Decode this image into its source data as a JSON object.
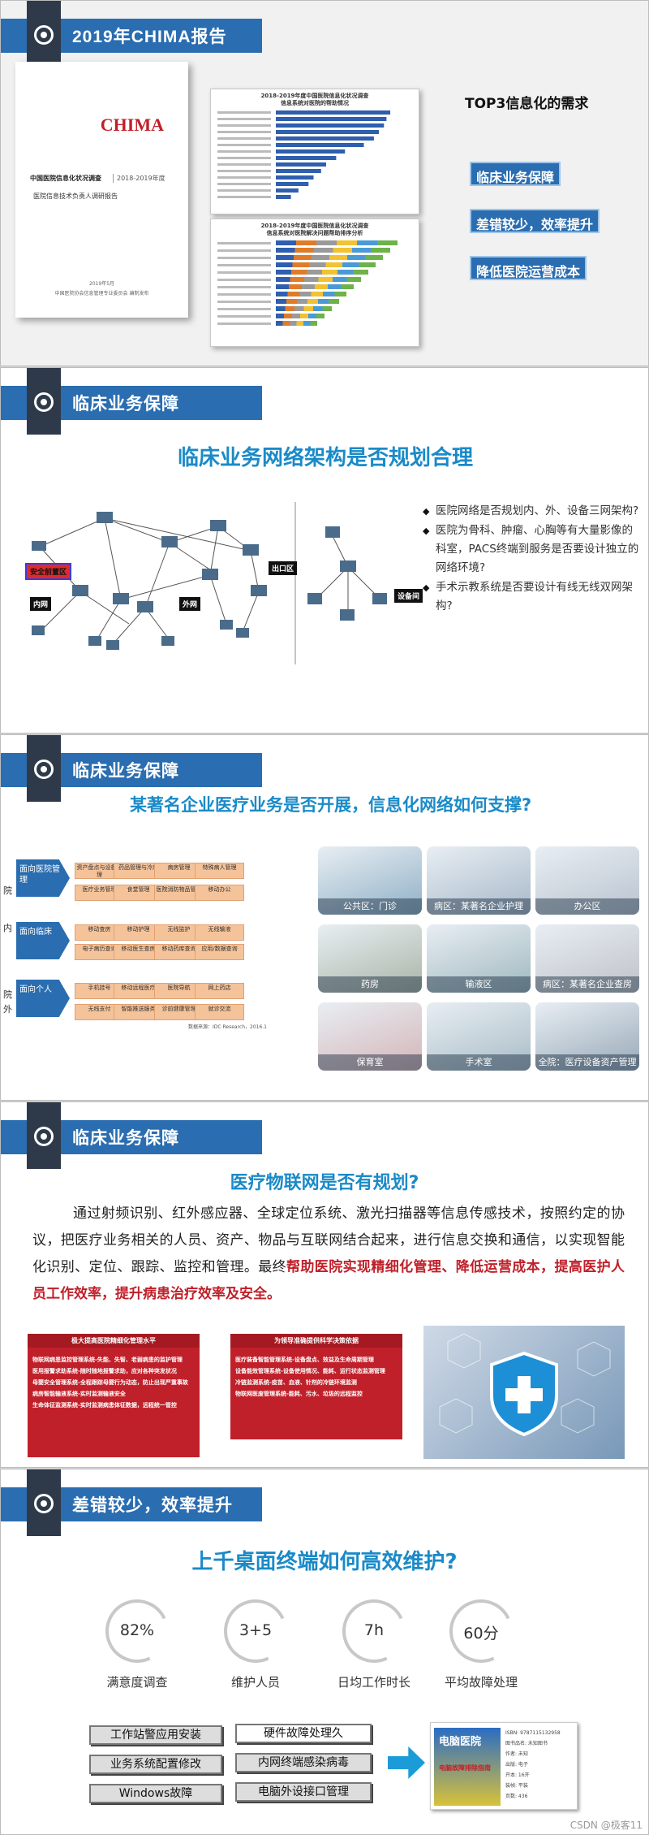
{
  "slides": {
    "s1": {
      "header": "2019年CHIMA报告",
      "book": {
        "brand": "CHIMA",
        "title": "中国医院信息化状况调查",
        "years": "2018-2019年度",
        "subtitle": "医院信息技术负责人调研报告",
        "date": "2019年5月",
        "publisher": "中国医院协会信息管理专业委员会 编制发布"
      },
      "report1_title": "2018-2019年度中国医院信息化状况调查\n信息系统对医院的帮助情况",
      "report2_title": "2018-2019年度中国医院信息化状况调查\n信息系统对医院解决问题帮助排序分析",
      "top3_title": "TOP3信息化的需求",
      "needs": [
        "临床业务保障",
        "差错较少，效率提升",
        "降低医院运营成本"
      ],
      "chart1_values": [
        91,
        88,
        86,
        82,
        78,
        70,
        55,
        48,
        40,
        36,
        30,
        26,
        18,
        12
      ]
    },
    "s2": {
      "header": "临床业务保障",
      "title": "临床业务网络架构是否规划合理",
      "tags": {
        "security": "安全前置区",
        "intranet": "内网",
        "extranet": "外网",
        "exit": "出口区",
        "device": "设备间"
      },
      "bullets": [
        "医院网络是否规划内、外、设备三网架构?",
        "医院为骨科、肿瘤、心胸等有大量影像的科室，PACS终端到服务是否要设计独立的网络环境?",
        "手术示教系统是否要设计有线无线双网架构?"
      ]
    },
    "s3": {
      "header": "临床业务保障",
      "title": "某著名企业医疗业务是否开展，信息化网络如何支撑?",
      "side_labels": [
        "院",
        "内",
        "院",
        "外"
      ],
      "groups": [
        {
          "arrow": "面向医院管理",
          "items": [
            "资产盘点与设备管理",
            "药品管理与冷库",
            "病房管理",
            "特殊病人管理",
            "医疗业务管理",
            "食堂管理",
            "医院消防物品管理",
            "移动办公"
          ]
        },
        {
          "arrow": "面向临床",
          "items": [
            "移动查房",
            "移动护理",
            "无线监护",
            "无线输液",
            "电子病历查询",
            "移动医生查房",
            "移动药库查询",
            "应用/数据查询"
          ]
        },
        {
          "arrow": "面向个人",
          "items": [
            "手机挂号",
            "移动远程医疗",
            "医院导航",
            "网上药店",
            "无线支付",
            "智能推送服务",
            "诊前健康管理",
            "就诊交流"
          ]
        }
      ],
      "source": "数据来源：IDC Research，2016.1",
      "photos": [
        {
          "caption": "公共区：门诊",
          "color": "#8fb0c6"
        },
        {
          "caption": "病区：某著名企业护理",
          "color": "#a7b8c9"
        },
        {
          "caption": "办公区",
          "color": "#b9c3cf"
        },
        {
          "caption": "药房",
          "color": "#aab4a6"
        },
        {
          "caption": "输液区",
          "color": "#9fb8bf"
        },
        {
          "caption": "病区：某著名企业查房",
          "color": "#bfc2c8"
        },
        {
          "caption": "保育室",
          "color": "#d4b5b8"
        },
        {
          "caption": "手术室",
          "color": "#a9bcc7"
        },
        {
          "caption": "全院：医疗设备资产管理",
          "color": "#98a9b8"
        }
      ]
    },
    "s4": {
      "header": "临床业务保障",
      "title": "医疗物联网是否有规划?",
      "para_plain": "通过射频识别、红外感应器、全球定位系统、激光扫描器等信息传感技术，按照约定的协议，把医疗业务相关的人员、资产、物品与互联网结合起来，进行信息交换和通信，以实现智能化识别、定位、跟踪、监控和管理。最终",
      "para_highlight": "帮助医院实现精细化管理、降低运营成本，提高医护人员工作效率，提升病患治疗效率及安全。",
      "box1": {
        "head": "极大提高医院精细化管理水平",
        "lines": [
          "物联网病患监控管理系统-失能、失智、老弱病患的监护管理",
          "医用报警求助系统-随时随地报警求助，应对各种突发状况",
          "母婴安全管理系统-全程跟踪母婴行为动态，防止出现严重事故",
          "病房智能输液系统-实时监测输液安全",
          "生命体征监测系统-实时监测病患体征数据，远程统一管控"
        ]
      },
      "box2": {
        "head": "为领导准确提供科学决策依据",
        "lines": [
          "医疗装备智能管理系统-设备盘点、效益及生命周期管理",
          "设备能效管理系统-设备使用情况、能耗、运行状态监测管理",
          "冷链监测系统-疫苗、血液、针剂的冷链环境监测",
          "物联网医废管理系统-能耗、污水、垃圾的远程监控"
        ]
      }
    },
    "s5": {
      "header": "差错较少，效率提升",
      "title": "上千桌面终端如何高效维护?",
      "stats": [
        {
          "value": "82%",
          "label": "满意度调查"
        },
        {
          "value": "3+5",
          "label": "维护人员"
        },
        {
          "value": "7h",
          "label": "日均工作时长"
        },
        {
          "value": "60分",
          "label": "平均故障处理"
        }
      ],
      "buttons_left": [
        "工作站警应用安装",
        "业务系统配置修改",
        "Windows故障"
      ],
      "buttons_right": [
        "硬件故障处理久",
        "内网终端感染病毒",
        "电脑外设接口管理"
      ],
      "book": {
        "title": "电脑医院",
        "subtitle": "电脑故障排除指南",
        "lines": [
          "ISBN: 9787115132958",
          "图书品名: 未知图书",
          "作者: 未知",
          "出版: 电子",
          "开本: 16开",
          "装帧: 平装",
          "页数: 436"
        ]
      },
      "watermark": "CSDN @极客11"
    }
  }
}
